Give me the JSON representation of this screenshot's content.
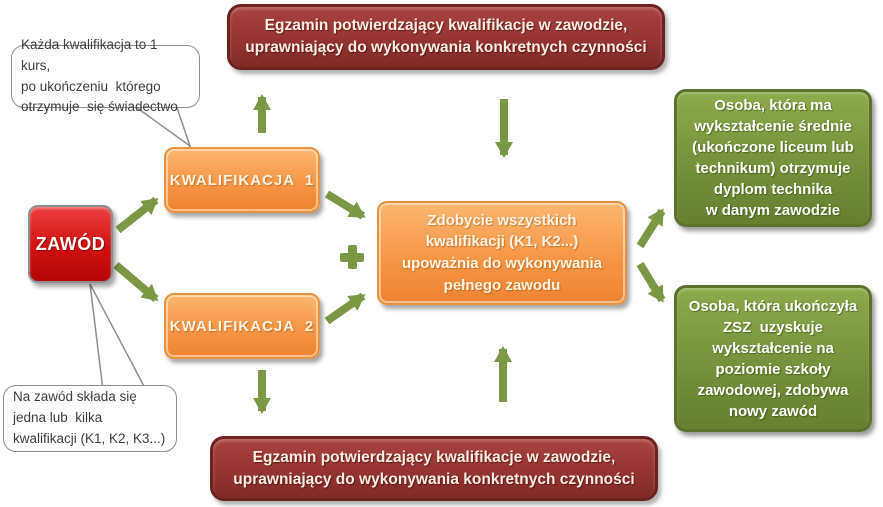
{
  "diagram_title": "Kwalifikacje w zawodzie — schemat",
  "colors": {
    "exam_fill": "#953432",
    "exam_border": "#6e2220",
    "zawod_fill": "#d01010",
    "orange_fill": "#f79646",
    "green_fill": "#77933c",
    "arrow_green": "#7b9944",
    "callout_border": "#8f8f8f",
    "callout_text": "#3d3d3d"
  },
  "nodes": {
    "exam_top": {
      "lines": [
        "Egzamin potwierdzający kwalifikacje w zawodzie,",
        "uprawniający do wykonywania konkretnych czynności"
      ]
    },
    "callout_top": {
      "lines": [
        "Każda kwalifikacja to 1 kurs,",
        "po ukończeniu  którego",
        "otrzymuje  się świadectwo"
      ]
    },
    "zawod": {
      "label": "ZAWÓD"
    },
    "kwalifikacja1": {
      "label": "KWALIFIKACJA  1"
    },
    "kwalifikacja2": {
      "label": "KWALIFIKACJA  2"
    },
    "center": {
      "lines": [
        "Zdobycie wszystkich",
        "kwalifikacji (K1, K2...)",
        "upoważnia do wykonywania",
        "pełnego zawodu"
      ]
    },
    "green_top": {
      "lines": [
        "Osoba, która ma",
        "wykształcenie średnie",
        "(ukończone liceum lub",
        "technikum) otrzymuje",
        "dyplom technika",
        "w danym zawodzie"
      ]
    },
    "green_bottom": {
      "lines": [
        "Osoba, która ukończyła",
        "ZSZ  uzyskuje",
        "wykształcenie na",
        "poziomie szkoły",
        "zawodowej, zdobywa",
        "nowy zawód"
      ]
    },
    "callout_bottom": {
      "lines": [
        "Na zawód składa się",
        "jedna lub  kilka",
        "kwalifikacji (K1, K2, K3...)"
      ]
    },
    "exam_bottom": {
      "lines": [
        "Egzamin potwierdzający kwalifikacje w zawodzie,",
        "uprawniający do wykonywania konkretnych czynności"
      ]
    }
  }
}
